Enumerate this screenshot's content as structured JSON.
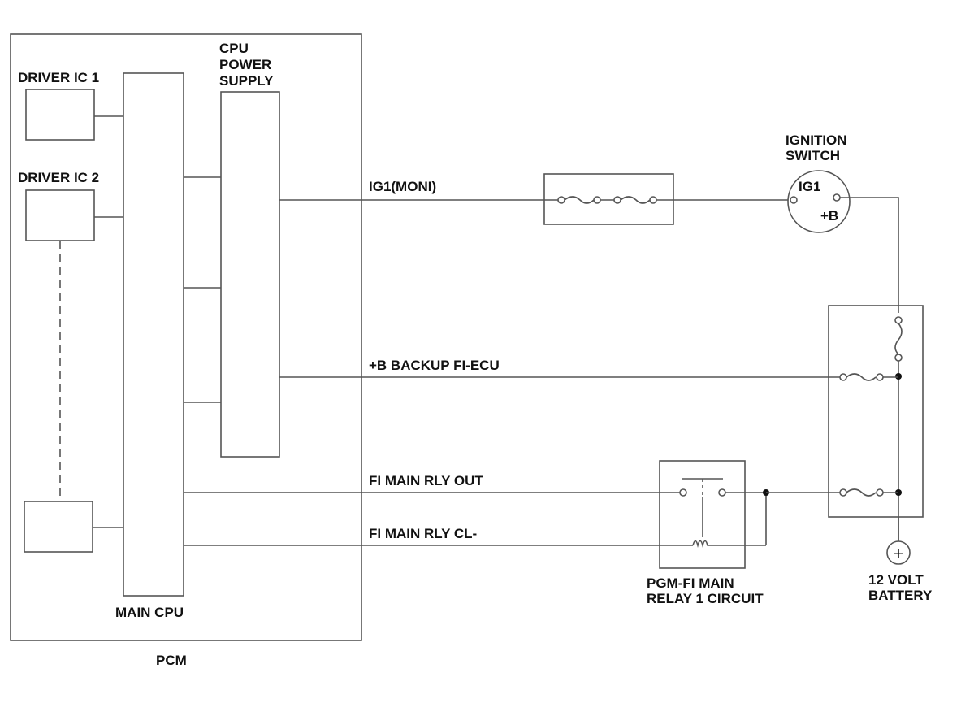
{
  "labels": {
    "driver_ic_1": "DRIVER IC 1",
    "driver_ic_2": "DRIVER IC 2",
    "cpu_power_supply": [
      "CPU",
      "POWER",
      "SUPPLY"
    ],
    "main_cpu": "MAIN CPU",
    "pcm": "PCM",
    "ignition_switch": [
      "IGNITION",
      "SWITCH"
    ],
    "ig1_terminal": "IG1",
    "b_terminal": "+B",
    "battery": [
      "12 VOLT",
      "BATTERY"
    ],
    "relay": [
      "PGM-FI MAIN",
      "RELAY 1 CIRCUIT"
    ]
  },
  "signals": {
    "ig1_moni": "IG1(MONI)",
    "b_backup": "+B BACKUP FI-ECU",
    "fi_main_rly_out": "FI MAIN RLY OUT",
    "fi_main_rly_cl": "FI MAIN RLY CL-"
  },
  "battery_polarity": "+"
}
